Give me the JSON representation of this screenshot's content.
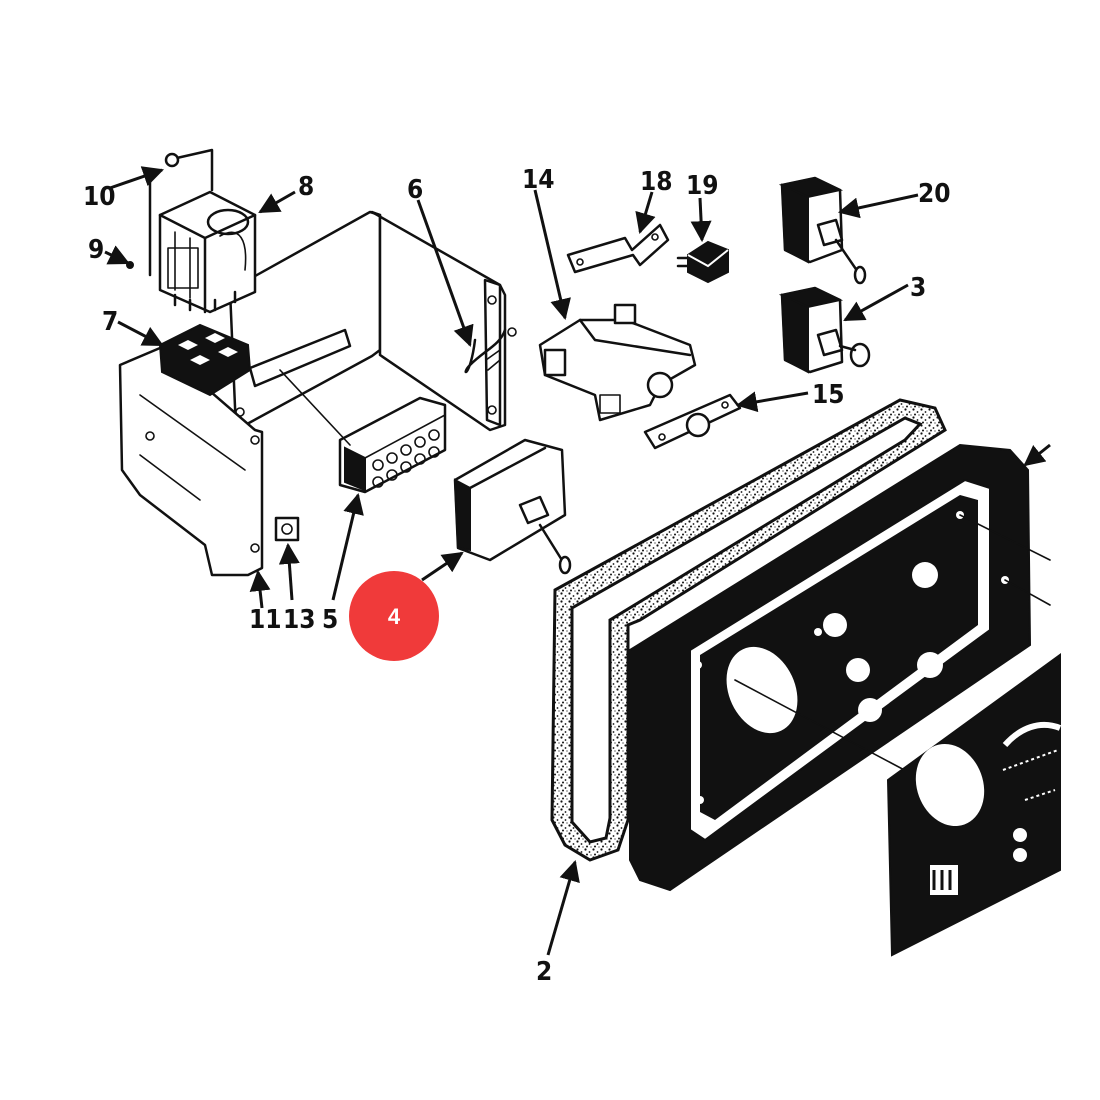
{
  "callouts": {
    "c10": "10",
    "c8": "8",
    "c9": "9",
    "c7": "7",
    "c6": "6",
    "c14": "14",
    "c18": "18",
    "c19": "19",
    "c20": "20",
    "c3": "3",
    "c15": "15",
    "c11": "11",
    "c13": "13",
    "c5": "5",
    "c2": "2"
  },
  "badge": {
    "label": "4",
    "color": "#f03a3a"
  },
  "colors": {
    "ink": "#111111",
    "background": "#ffffff"
  }
}
